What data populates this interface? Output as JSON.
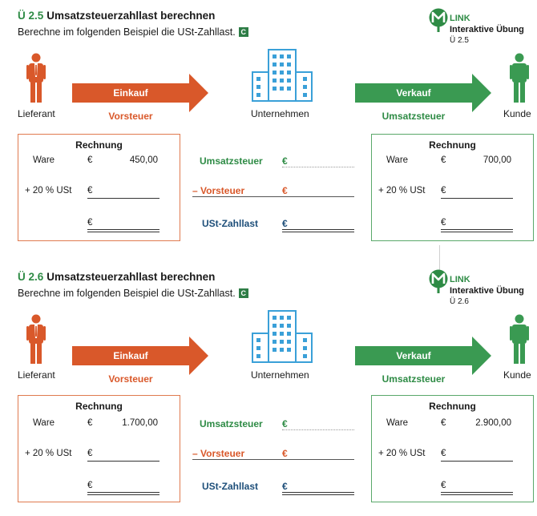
{
  "exercises": [
    {
      "number": "Ü 2.5",
      "title": "Umsatzsteuerzahllast berechnen",
      "instruction": "Berechne im folgenden Beispiel die USt-Zahllast.",
      "badge": "C",
      "link": {
        "word": "LINK",
        "label": "Interaktive Übung",
        "code": "Ü 2.5"
      },
      "supplier_label": "Lieferant",
      "company_label": "Unternehmen",
      "customer_label": "Kunde",
      "purchase_arrow": "Einkauf",
      "purchase_sub": "Vorsteuer",
      "sale_arrow": "Verkauf",
      "sale_sub": "Umsatzsteuer",
      "left_invoice": {
        "heading": "Rechnung",
        "ware_label": "Ware",
        "currency": "€",
        "ware_value": "450,00",
        "tax_label": "+ 20 % USt"
      },
      "right_invoice": {
        "heading": "Rechnung",
        "ware_label": "Ware",
        "currency": "€",
        "ware_value": "700,00",
        "tax_label": "+ 20 % USt"
      },
      "calc": {
        "ust_label": "Umsatzsteuer",
        "vst_label": "– Vorsteuer",
        "zahllast_label": "USt-Zahllast",
        "currency": "€"
      }
    },
    {
      "number": "Ü 2.6",
      "title": "Umsatzsteuerzahllast berechnen",
      "instruction": "Berechne im folgenden Beispiel die USt-Zahllast.",
      "badge": "C",
      "link": {
        "word": "LINK",
        "label": "Interaktive Übung",
        "code": "Ü 2.6"
      },
      "supplier_label": "Lieferant",
      "company_label": "Unternehmen",
      "customer_label": "Kunde",
      "purchase_arrow": "Einkauf",
      "purchase_sub": "Vorsteuer",
      "sale_arrow": "Verkauf",
      "sale_sub": "Umsatzsteuer",
      "left_invoice": {
        "heading": "Rechnung",
        "ware_label": "Ware",
        "currency": "€",
        "ware_value": "1.700,00",
        "tax_label": "+ 20 % USt"
      },
      "right_invoice": {
        "heading": "Rechnung",
        "ware_label": "Ware",
        "currency": "€",
        "ware_value": "2.900,00",
        "tax_label": "+ 20 % USt"
      },
      "calc": {
        "ust_label": "Umsatzsteuer",
        "vst_label": "– Vorsteuer",
        "zahllast_label": "USt-Zahllast",
        "currency": "€"
      }
    }
  ],
  "colors": {
    "orange": "#d9582a",
    "green": "#2e8b45",
    "blue": "#1e4f7a",
    "building": "#3aa0d8"
  }
}
